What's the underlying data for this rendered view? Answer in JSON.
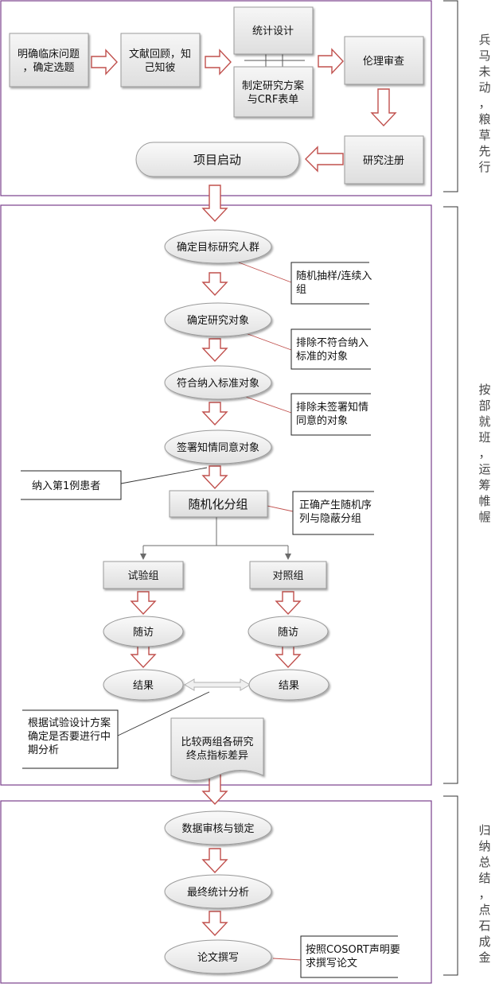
{
  "nodes": {
    "clarify_question": "明确临床问题，确定选题",
    "literature_review": "文献回顾，知己知彼",
    "stat_design": "统计设计",
    "protocol_crf": "制定研究方案与CRF表单",
    "ethics_review": "伦理审查",
    "registration": "研究注册",
    "project_start": "项目启动",
    "target_population": "确定目标研究人群",
    "study_subjects": "确定研究对象",
    "eligible_subjects": "符合纳入标准对象",
    "consented_subjects": "签署知情同意对象",
    "randomization": "随机化分组",
    "trial_group": "试验组",
    "control_group": "对照组",
    "followup_trial": "随访",
    "followup_control": "随访",
    "result_trial": "结果",
    "result_control": "结果",
    "compare_endpoints": "比较两组各研究终点指标差异",
    "data_review_lock": "数据审核与锁定",
    "final_analysis": "最终统计分析",
    "paper_writing": "论文撰写"
  },
  "notes": {
    "random_sampling": "随机抽样/连续入组",
    "exclude_ineligible": "排除不符合纳入标准的对象",
    "exclude_unconsented": "排除未签署知情同意的对象",
    "first_patient": "纳入第1例患者",
    "random_sequence": "正确产生随机序列与隐蔽分组",
    "interim_analysis": "根据试验设计方案确定是否要进行中期分析",
    "cosort_writing": "按照COSORT声明要求撰写论文"
  },
  "phases": {
    "preparation": "兵马未动，粮草先行",
    "execution": "按部就班，运筹帷幄",
    "summary": "归纳总结，点石成金"
  },
  "colors": {
    "phase_border": "#7a3f8c",
    "arrow_stroke": "#c0504d",
    "box_fill": "#e8e8e8",
    "box_border": "#9a9a9a",
    "callout_line": "#c0504d"
  }
}
